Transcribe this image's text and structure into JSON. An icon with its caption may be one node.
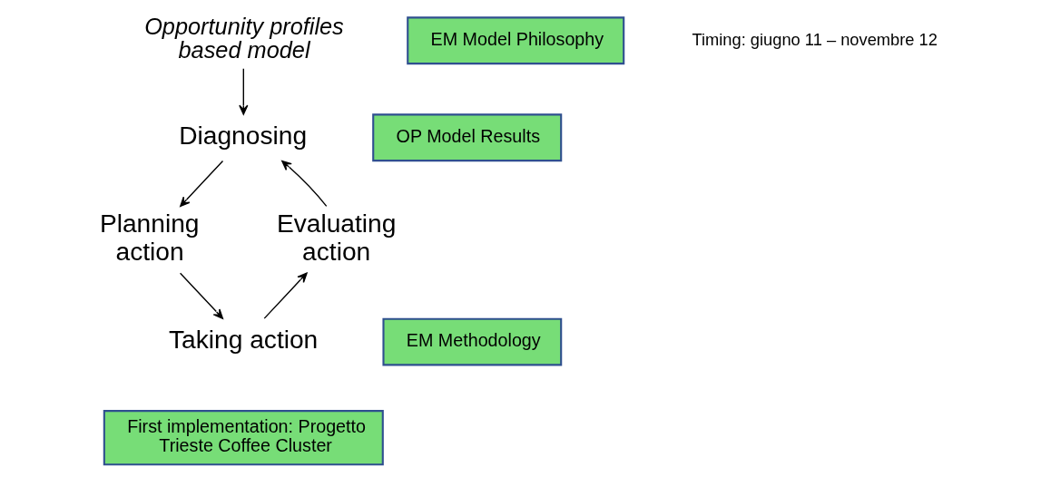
{
  "diagram": {
    "nodes": [
      {
        "text": [
          "Opportunity profiles based model"
        ]
      },
      {
        "text": [
          "Diagnosing"
        ]
      },
      {
        "text": [
          "Planning action"
        ]
      },
      {
        "text": [
          "Taking action"
        ]
      },
      {
        "text": [
          "Evaluating action"
        ]
      },
      {
        "text": [
          "EM Model Philosophy"
        ]
      },
      {
        "text": [
          "OP Model Results"
        ]
      },
      {
        "text": [
          "EM Methodology"
        ]
      },
      {
        "text": [
          "First implementation: Progetto Trieste Coffee Cluster"
        ]
      }
    ],
    "edges": [
      {
        "from": 0,
        "to": 1,
        "arrow": "to"
      },
      {
        "from": 1,
        "to": 2,
        "arrow": "to"
      },
      {
        "from": 2,
        "to": 3,
        "arrow": "to"
      },
      {
        "from": 3,
        "to": 4,
        "arrow": "to"
      },
      {
        "from": 4,
        "to": 1,
        "arrow": "to"
      }
    ],
    "labels": [
      "Timing: giugno 11 – novembre 12"
    ]
  }
}
